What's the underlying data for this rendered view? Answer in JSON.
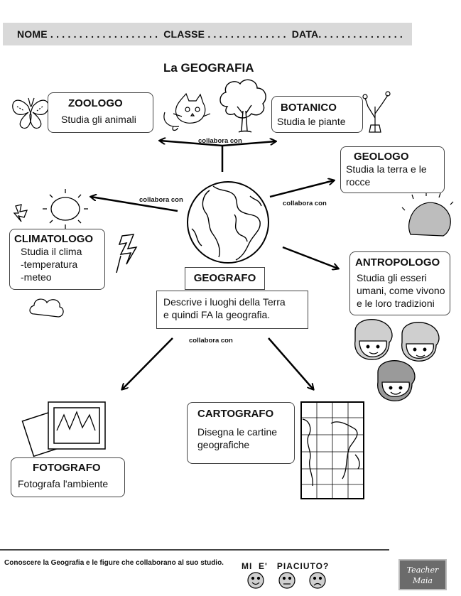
{
  "header": {
    "nome_label": "NOME",
    "nome_dots": " . . . . . . . . . . . . . . . . . . .",
    "classe_label": "CLASSE",
    "classe_dots": " . . . . . . . . . . . . . .",
    "data_label": "DATA",
    "data_dots": ". . . . . . . . . . . . . . ."
  },
  "title": "La GEOGRAFIA",
  "boxes": {
    "zoologo": {
      "title": "ZOOLOGO",
      "text": "Studia gli animali"
    },
    "botanico": {
      "title": "BOTANICO",
      "text": "Studia le piante"
    },
    "geologo": {
      "title": "GEOLOGO",
      "line1": "Studia la terra e le",
      "line2": "rocce"
    },
    "climatologo": {
      "title": "CLIMATOLOGO",
      "line1": "Studia il clima",
      "line2": "-temperatura",
      "line3": "-meteo"
    },
    "antropologo": {
      "title": "ANTROPOLOGO",
      "line1": "Studia gli esseri",
      "line2": "umani, come vivono",
      "line3": "e le loro tradizioni"
    },
    "geografo": {
      "title": "GEOGRAFO",
      "line1": "Descrive i luoghi della Terra",
      "line2": "e quindi FA la geografia."
    },
    "cartografo": {
      "title": "CARTOGRAFO",
      "line1": "Disegna le cartine",
      "line2": "geografiche"
    },
    "fotografo": {
      "title": "FOTOGRAFO",
      "text": "Fotografa l'ambiente"
    }
  },
  "collabora": {
    "top": "collabora con",
    "left": "collabora con",
    "right": "collabora con",
    "bottom": "collabora con"
  },
  "footer": {
    "text": "Conoscere la Geografia e le figure che collaborano al suo studio.",
    "question": "MI  E'   PIACIUTO?",
    "badge_line1": "Teacher",
    "badge_line2": "Maia"
  }
}
